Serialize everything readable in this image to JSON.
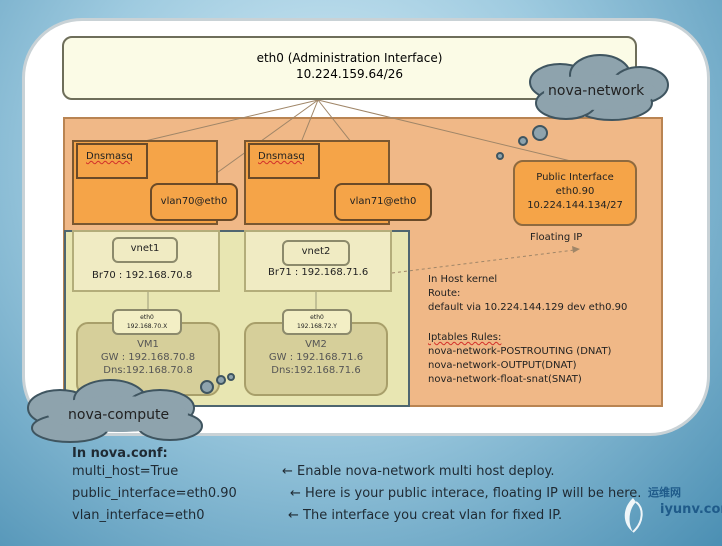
{
  "eth0": {
    "name": "eth0  (Administration Interface)",
    "ip": "10.224.159.64/26"
  },
  "clouds": {
    "network": "nova-network",
    "compute": "nova-compute"
  },
  "hosts": [
    {
      "dnsmasq": "Dnsmasq",
      "vlan": "vlan70@eth0",
      "vnet": "vnet1",
      "bridge": "Br70 : 192.168.70.8",
      "vm_eth": "eth0",
      "vm_ip": "192.168.70.X",
      "vm_name": "VM1",
      "vm_gw": "GW : 192.168.70.8",
      "vm_dns": "Dns:192.168.70.8"
    },
    {
      "dnsmasq": "Dnsmasq",
      "vlan": "vlan71@eth0",
      "vnet": "vnet2",
      "bridge": "Br71 : 192.168.71.6",
      "vm_eth": "eth0",
      "vm_ip": "192.168.72.Y",
      "vm_name": "VM2",
      "vm_gw": "GW : 192.168.71.6",
      "vm_dns": "Dns:192.168.71.6"
    }
  ],
  "public_interface": {
    "title": "Public Interface",
    "name": "eth0.90",
    "ip": "10.224.144.134/27"
  },
  "floating_ip": "Floating IP",
  "kernel": {
    "title": "In Host kernel",
    "route_label": "Route:",
    "route": "default via 10.224.144.129 dev eth0.90",
    "iptables_label": "Iptables Rules:",
    "rules": [
      "nova-network-POSTROUTING  (DNAT)",
      "nova-network-OUTPUT(DNAT)",
      "nova-network-float-snat(SNAT)"
    ]
  },
  "config": {
    "header": "In nova.conf:",
    "lines": [
      {
        "setting": "multi_host=True",
        "note": "← Enable nova-network multi host deploy."
      },
      {
        "setting": "public_interface=eth0.90",
        "note": "← Here is your public interace, floating IP will be here."
      },
      {
        "setting": "vlan_interface=eth0",
        "note": "← The interface you creat vlan for fixed IP."
      }
    ]
  },
  "logo": {
    "cn": "运维网",
    "url": "iyunv.com"
  },
  "colors": {
    "network_region": "#f0b887",
    "device": "#f5a448",
    "compute_region": "#e8e8b4",
    "cloud": "#8ea3ad"
  }
}
